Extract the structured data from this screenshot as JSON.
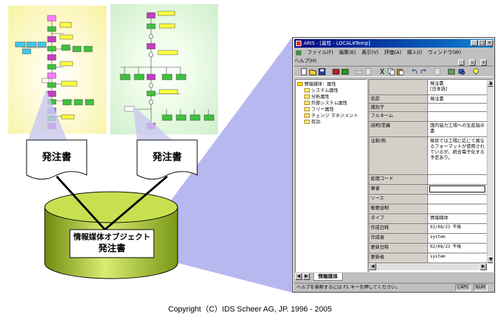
{
  "callouts": {
    "left": "発注書",
    "right": "発注書"
  },
  "database": {
    "line1": "情報媒体オブジェクト",
    "line2": "発注書"
  },
  "copyright": "Copyright（C）IDS Scheer AG, JP. 1996 - 2005",
  "colors": {
    "yellow_panel": "#f7f3a0",
    "green_panel": "#cfeecd",
    "cylinder": "#a8c832",
    "projection": "#b8b8f0",
    "titlebar": "#000080"
  },
  "window": {
    "title": "ARIS - [属性 - LOCAL¥Temp]",
    "title_buttons": [
      "_",
      "□",
      "×"
    ],
    "menu": [
      "ファイル(F)",
      "編集(E)",
      "表示(V)",
      "評価(A)",
      "挿入(I)",
      "ウィンドウ(W)",
      "ヘルプ(H)"
    ],
    "mdi_buttons": [
      "_",
      "▫",
      "×"
    ],
    "tree": {
      "root": "情報媒体：属性",
      "children": [
        "システム属性",
        "分析属性",
        "外部システム属性",
        "フリー属性",
        "チェンジ マネジメント",
        "有効"
      ]
    },
    "grid": {
      "header_value": "発注書\n[日本語]",
      "rows": [
        {
          "key": "名前",
          "value": "発注書"
        },
        {
          "key": "識別子",
          "value": ""
        },
        {
          "key": "フルネーム",
          "value": ""
        },
        {
          "key": "説明/定義",
          "value": "国内協力工場への生産指示書"
        },
        {
          "key": "注釈/例",
          "value": "現状では工場に応じて異なるフォーマットが使用されているが、統合電子化する予定あり。"
        },
        {
          "key": "処理コード",
          "value": ""
        },
        {
          "key": "著者",
          "value": ""
        },
        {
          "key": "ソース",
          "value": ""
        },
        {
          "key": "概要説明",
          "value": ""
        },
        {
          "key": "タイプ",
          "value": "情報媒体"
        },
        {
          "key": "作成日時",
          "value": "02/08/23 午後"
        },
        {
          "key": "作成者",
          "value": "system"
        },
        {
          "key": "更新日時",
          "value": "02/08/23 午後"
        },
        {
          "key": "更新者",
          "value": "system"
        }
      ]
    },
    "tab_label": "情報媒体",
    "status_text": "ヘルプを参照するには F1 キーを押してください。",
    "status_caps": "CAPS",
    "status_num": "NUM"
  }
}
